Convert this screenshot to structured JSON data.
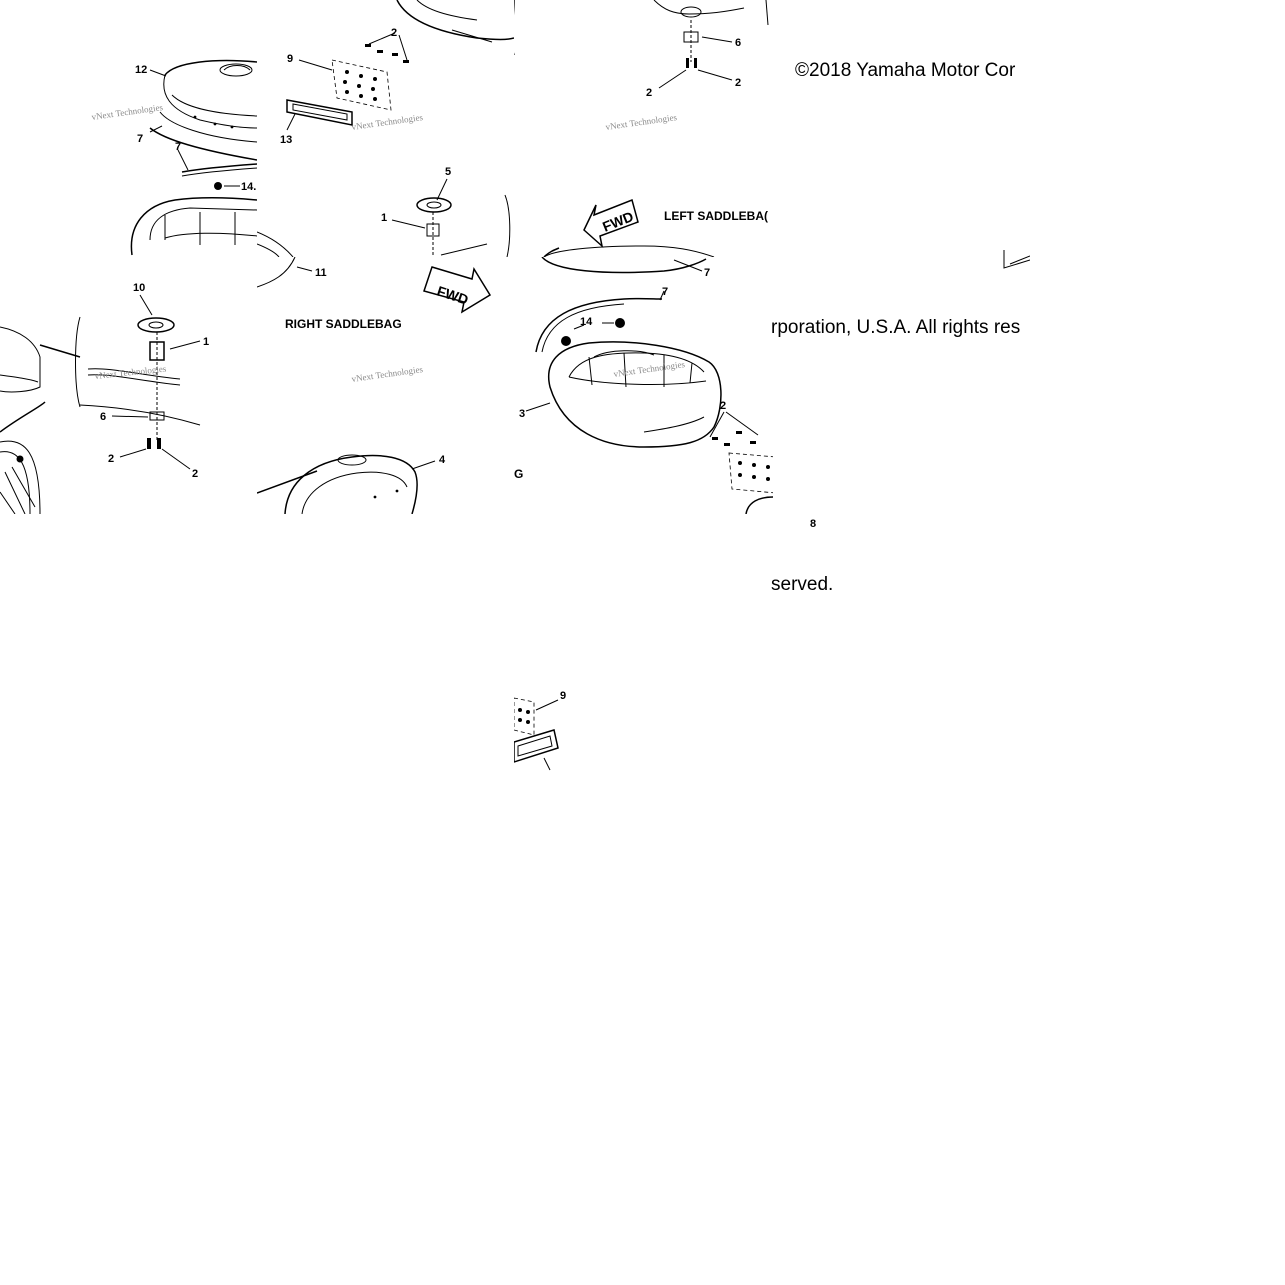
{
  "copyright": {
    "line1": "©2018 Yamaha Motor Cor",
    "line2": "rporation, U.S.A. All rights res",
    "line3": "served."
  },
  "sections": {
    "left_saddlebag": "LEFT SADDLEBA(",
    "right_saddlebag": "RIGHT SADDLEBAG",
    "fragment_g": "G"
  },
  "arrows": {
    "fwd": "FWD"
  },
  "watermark": "vNext Technologies",
  "callouts": {
    "c1": "1",
    "c2": "2",
    "c3": "3",
    "c4": "4",
    "c5": "5",
    "c6": "6",
    "c7": "7",
    "c8": "8",
    "c9": "9",
    "c10": "10",
    "c11": "11",
    "c12": "12",
    "c13": "13",
    "c14": "14",
    "c14_cut": "14."
  }
}
